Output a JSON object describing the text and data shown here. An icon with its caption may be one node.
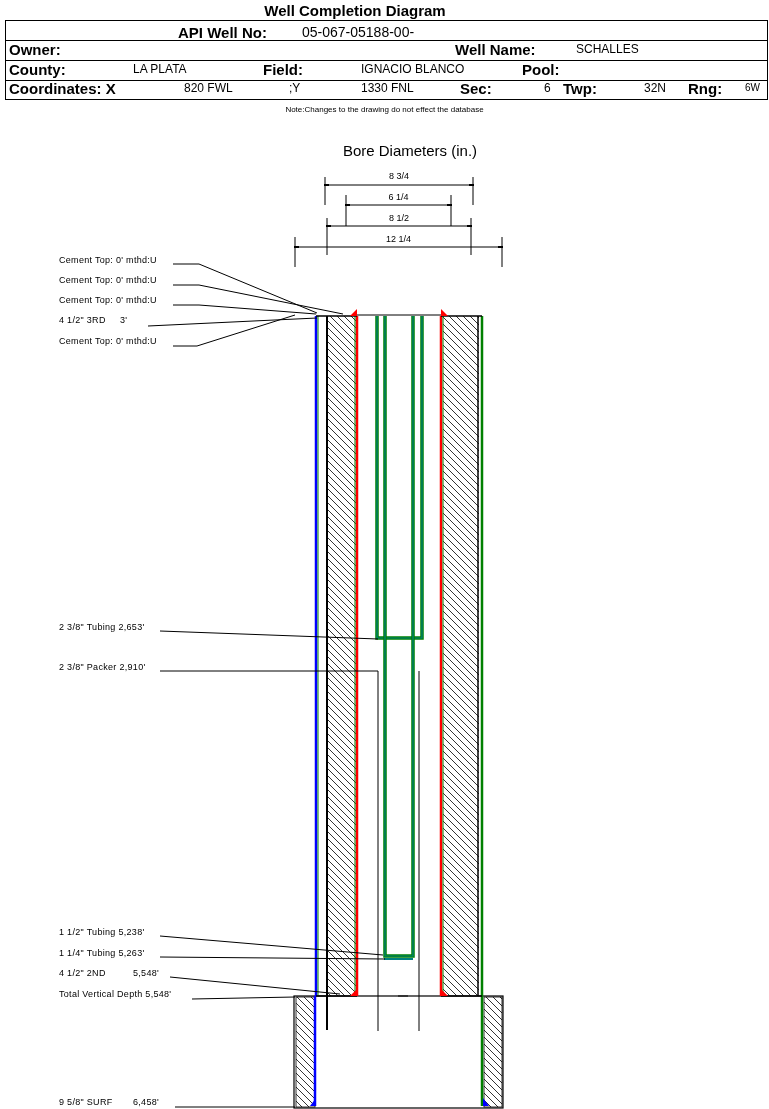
{
  "diagram": {
    "title": "Well Completion Diagram",
    "nodes": [
      {
        "text": [
          "Cement Top: 0' mthd:U"
        ]
      },
      {
        "text": [
          "Cement Top: 0' mthd:U"
        ]
      },
      {
        "text": [
          "Cement Top: 0' mthd:U"
        ]
      },
      {
        "text": [
          "4 1/2\" 3RD",
          "3'"
        ]
      },
      {
        "text": [
          "Cement Top: 0' mthd:U"
        ]
      },
      {
        "text": [
          "2 3/8\" Tubing 2,653'"
        ]
      },
      {
        "text": [
          "2 3/8\" Packer 2,910'"
        ]
      },
      {
        "text": [
          "1 1/2\" Tubing 5,238'"
        ]
      },
      {
        "text": [
          "1 1/4\" Tubing 5,263'"
        ]
      },
      {
        "text": [
          "4 1/2\" 2ND",
          "5,548'"
        ]
      },
      {
        "text": [
          "Total Vertical Depth 5,548'"
        ]
      },
      {
        "text": [
          "9 5/8\" SURF",
          "6,458'"
        ]
      }
    ],
    "edges": [
      {
        "from": 0,
        "to": null,
        "arrow": "none"
      },
      {
        "from": 1,
        "to": null,
        "arrow": "none"
      },
      {
        "from": 2,
        "to": null,
        "arrow": "none"
      },
      {
        "from": 3,
        "to": null,
        "arrow": "none"
      },
      {
        "from": 4,
        "to": null,
        "arrow": "none"
      },
      {
        "from": 5,
        "to": null,
        "arrow": "none"
      },
      {
        "from": 6,
        "to": null,
        "arrow": "none"
      },
      {
        "from": 7,
        "to": null,
        "arrow": "none"
      },
      {
        "from": 8,
        "to": null,
        "arrow": "none"
      },
      {
        "from": 9,
        "to": null,
        "arrow": "none"
      },
      {
        "from": 10,
        "to": null,
        "arrow": "none"
      },
      {
        "from": 11,
        "to": null,
        "arrow": "none"
      }
    ],
    "labels": [
      "API Well No:",
      "05-067-05188-00-",
      "Owner:",
      "Well Name:",
      "SCHALLES",
      "County:",
      "LA PLATA",
      "Field:",
      "IGNACIO BLANCO",
      "Pool:",
      "Coordinates: X",
      "820 FWL",
      ";Y",
      "1330 FNL",
      "Sec:",
      "6",
      "Twp:",
      "32N",
      "Rng:",
      "6W",
      "Note:Changes to the drawing do not effect the database",
      "Bore Diameters (in.)",
      "8 3/4",
      "6 1/4",
      "8 1/2",
      "12 1/4"
    ]
  }
}
